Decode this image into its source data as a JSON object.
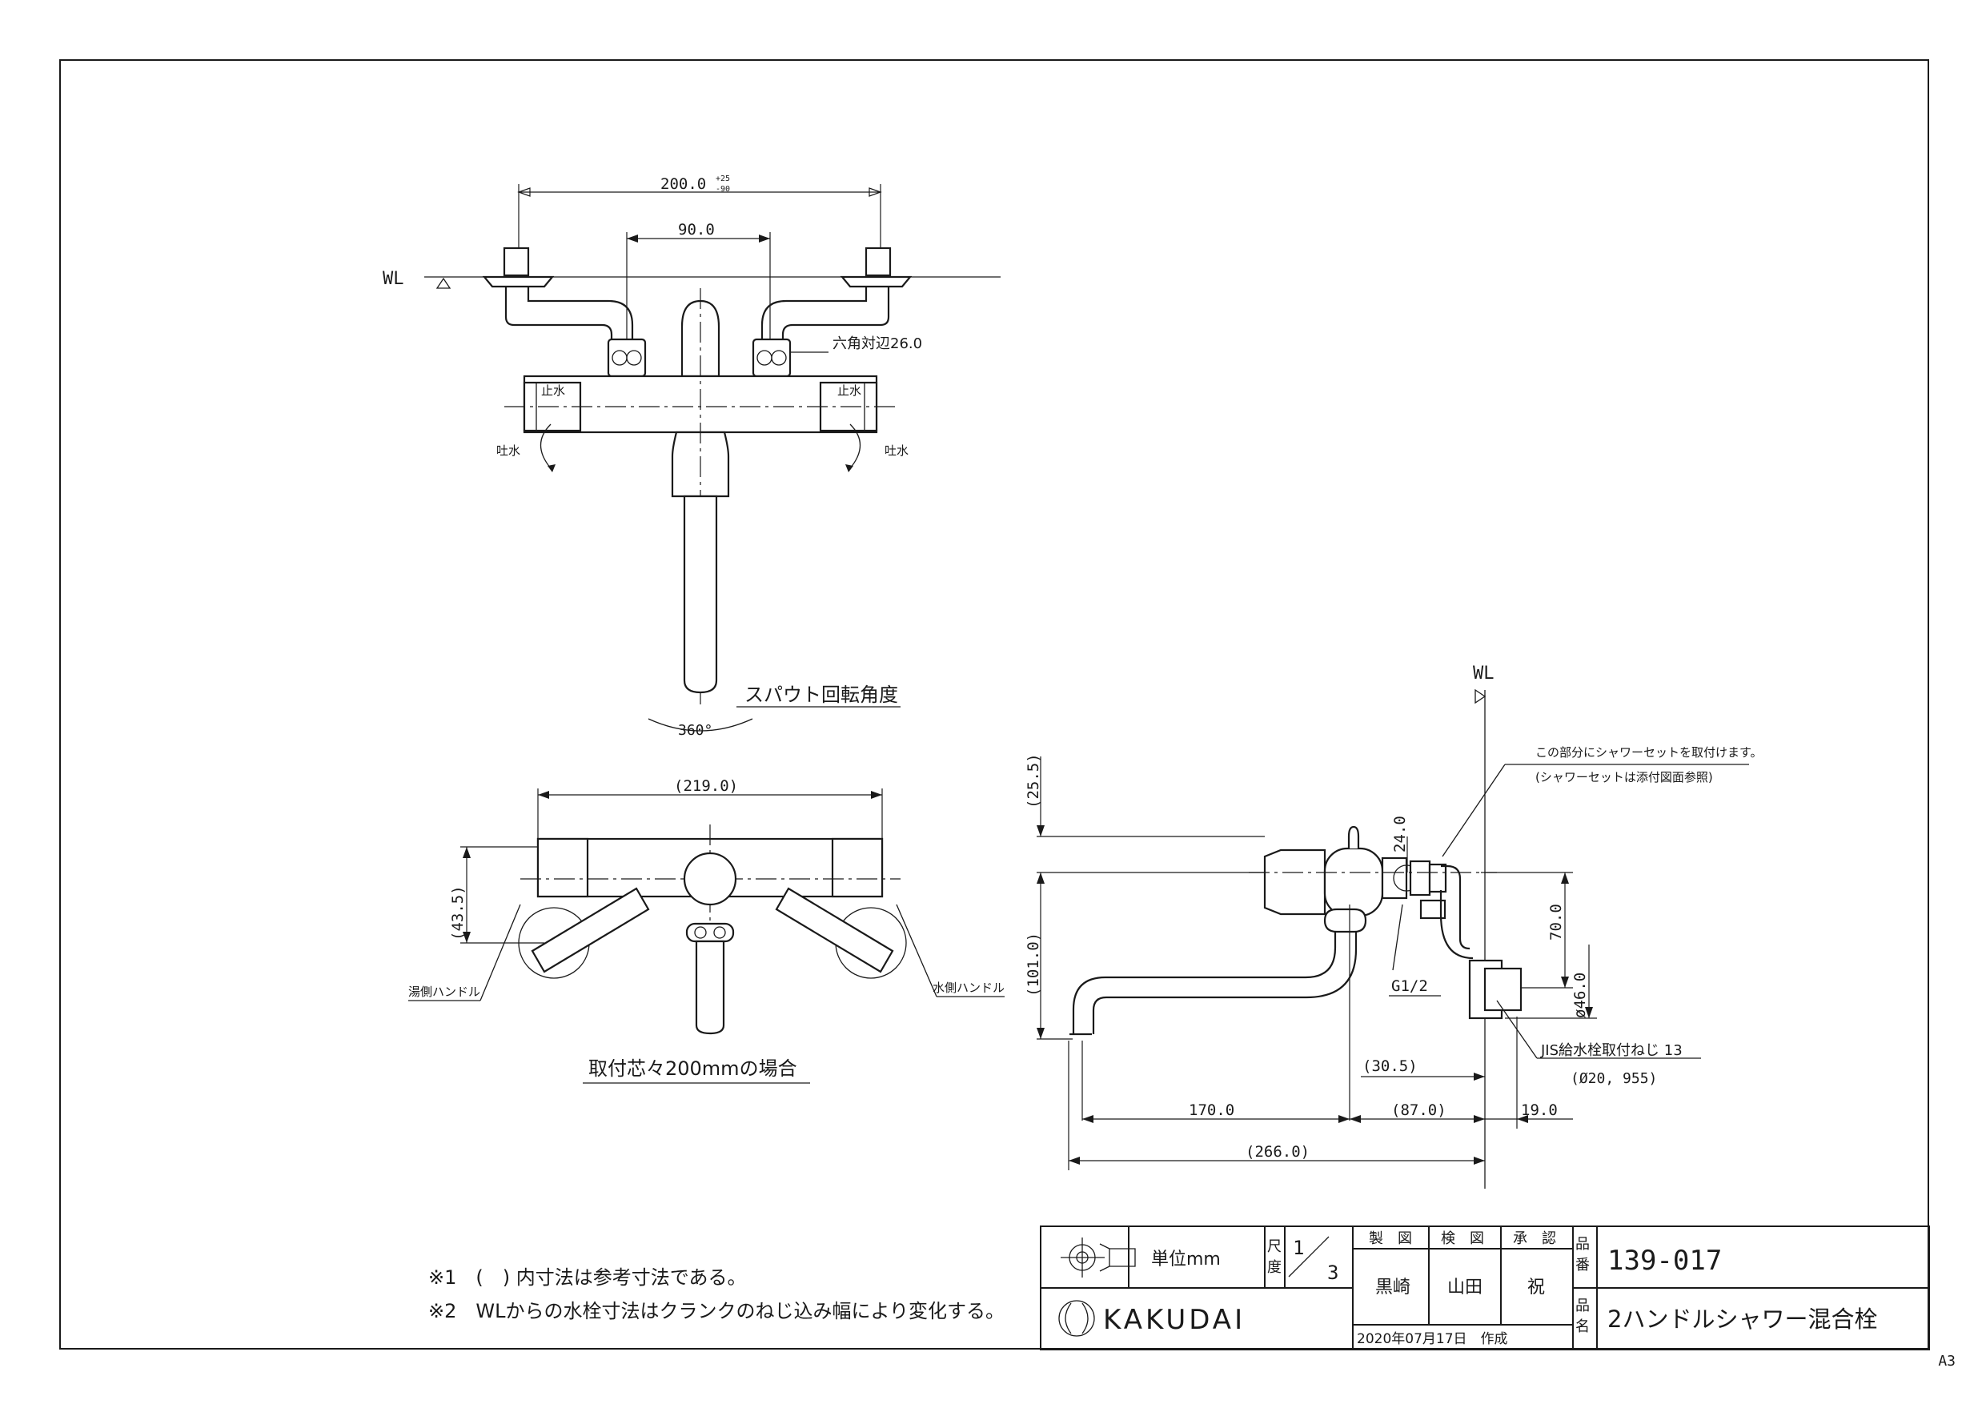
{
  "sheet_size": "A3",
  "front_view": {
    "dim_overall": "200.0",
    "dim_tol_upper": "+25",
    "dim_tol_lower": "-90",
    "dim_center": "90.0",
    "wl_label": "WL",
    "hex_label": "六角対辺26.0",
    "stop_left": "止水",
    "stop_right": "止水",
    "spout_left": "吐水",
    "spout_right": "吐水",
    "rotation_label": "スパウト回転角度",
    "rotation_angle": "360°"
  },
  "top_view": {
    "dim_width": "(219.0)",
    "dim_depth": "(43.5)",
    "hot_handle": "湯側ハンドル",
    "cold_handle": "水側ハンドル",
    "caption": "取付芯々200mmの場合"
  },
  "side_view": {
    "wl_label": "WL",
    "shower_note": "この部分にシャワーセットを取付けます。",
    "shower_note_sub": "(シャワーセットは添付図面参照)",
    "dim_top": "(25.5)",
    "dim_24": "24.0",
    "dim_70": "70.0",
    "dim_46": "ø46.0",
    "dim_101": "(101.0)",
    "thread": "G1/2",
    "jis_thread": "JIS給水栓取付ねじ 13",
    "jis_thread_dia": "(Ø20, 955)",
    "dim_30_5": "(30.5)",
    "dim_170": "170.0",
    "dim_87": "(87.0)",
    "dim_19": "19.0",
    "dim_266": "(266.0)"
  },
  "notes": [
    "※1　(　) 内寸法は参考寸法である。",
    "※2　WLからの水栓寸法はクランクのねじ込み幅により変化する。"
  ],
  "title_block": {
    "unit_label": "単位mm",
    "scale_label_1": "尺",
    "scale_label_2": "度",
    "scale_num": "1",
    "scale_den": "3",
    "drawn_h": "製　図",
    "checked_h": "検　図",
    "approved_h": "承　認",
    "drawn_by": "黒崎",
    "checked_by": "山田",
    "approved_by": "祝",
    "brand": "KAKUDAI",
    "date": "2020年07月17日　作成",
    "pn_label_1": "品",
    "pn_label_2": "番",
    "name_label_1": "品",
    "name_label_2": "名",
    "part_number": "139-017",
    "part_name": "2ハンドルシャワー混合栓"
  }
}
